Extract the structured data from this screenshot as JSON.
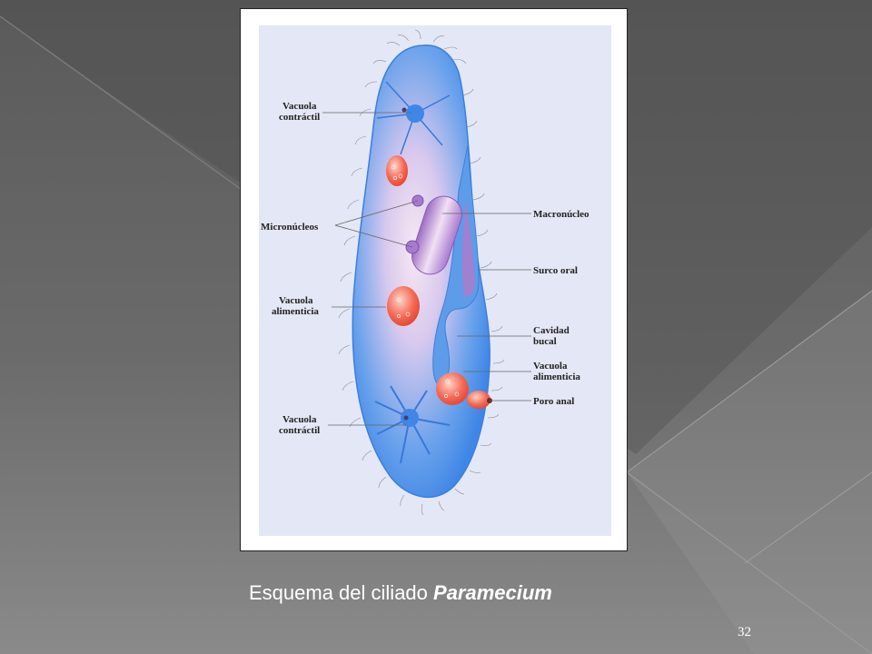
{
  "figure": {
    "labels": {
      "vacuola_contractil_top_1": "Vacuola",
      "vacuola_contractil_top_2": "contráctil",
      "micronucleos": "Micronúcleos",
      "vacuola_alimenticia_left_1": "Vacuola",
      "vacuola_alimenticia_left_2": "alimenticia",
      "vacuola_contractil_bottom_1": "Vacuola",
      "vacuola_contractil_bottom_2": "contráctil",
      "macronucleo": "Macronúcleo",
      "surco_oral": "Surco oral",
      "cavidad_bucal_1": "Cavidad",
      "cavidad_bucal_2": "bucal",
      "vacuola_alimenticia_right_1": "Vacuola",
      "vacuola_alimenticia_right_2": "alimenticia",
      "poro_anal": "Poro anal"
    },
    "colors": {
      "cell_body": "#4a8fe8",
      "cell_core": "#f3e6f2",
      "nucleus": "#b98ad6",
      "food_vacuole": "#f0604a"
    }
  },
  "caption": {
    "text": "Esquema del ciliado ",
    "genus": "Paramecium"
  },
  "slide_number": "32"
}
